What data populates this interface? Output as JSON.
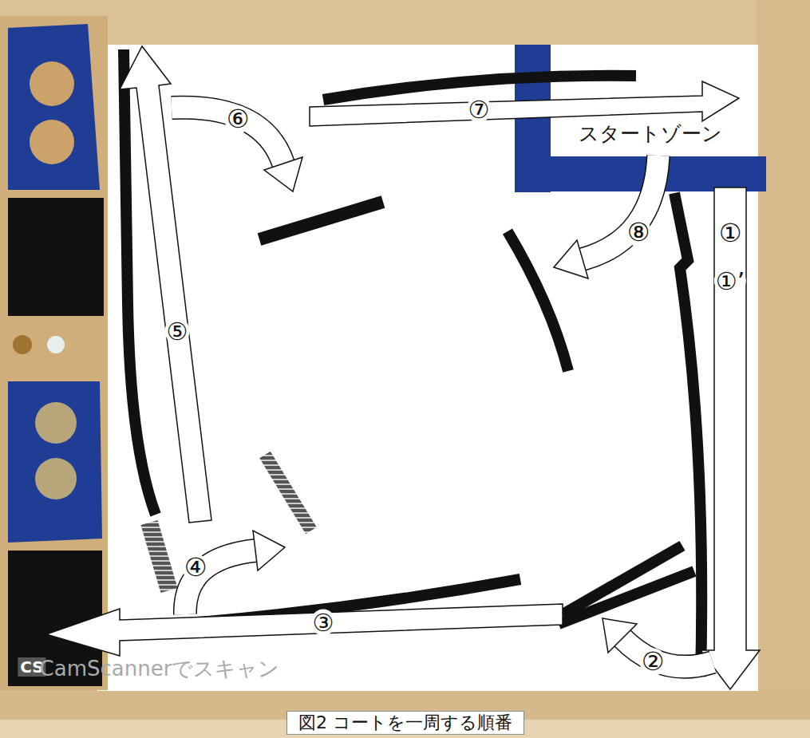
{
  "diagram": {
    "caption": "図2 コートを一周する順番",
    "labels": [
      "①",
      "①’",
      "②",
      "③",
      "④",
      "⑤",
      "⑥",
      "⑦",
      "⑧",
      "スタートゾーン",
      "CS",
      "CamScannerでスキャン"
    ]
  }
}
